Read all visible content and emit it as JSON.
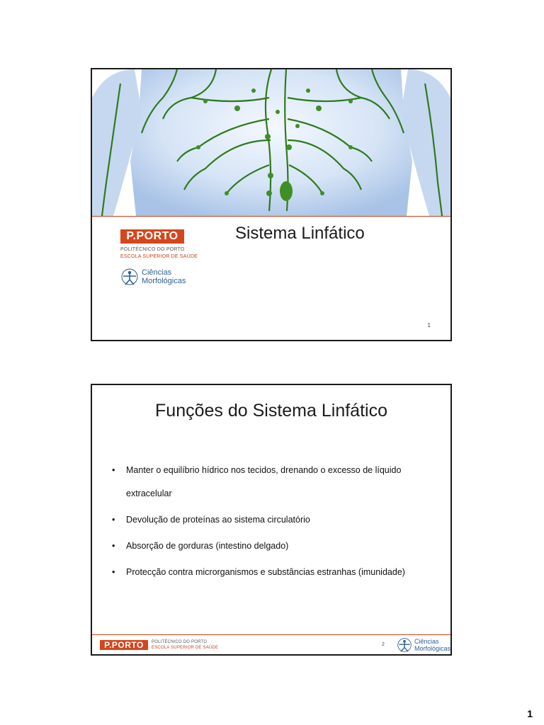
{
  "slides": [
    {
      "number": "1",
      "title": "Sistema Linfático",
      "logo": {
        "brand": "P.PORTO",
        "institution_line1": "POLITÉCNICO DO PORTO",
        "institution_line2": "ESCOLA SUPERIOR DE SAÚDE"
      },
      "department_logo": {
        "line1": "Ciências",
        "line2": "Morfológicas"
      },
      "hero_image": "lymphatic-system-torso-illustration"
    },
    {
      "number": "2",
      "title": "Funções do Sistema Linfático",
      "bullets": [
        "Manter o equilíbrio hídrico nos tecidos, drenando o excesso de líquido extracelular",
        "Devolução de proteínas ao sistema circulatório",
        "Absorção de gorduras (intestino delgado)",
        "Protecção contra microrganismos e substâncias estranhas (imunidade)"
      ],
      "logo": {
        "brand": "P.PORTO",
        "institution_line1": "POLITÉCNICO DO PORTO",
        "institution_line2": "ESCOLA SUPERIOR DE SAÚDE"
      },
      "department_logo": {
        "line1": "Ciências",
        "line2": "Morfológicas"
      }
    }
  ],
  "page_number": "1",
  "colors": {
    "brand_orange": "#d6461d",
    "lymph_green": "#2f7a1f",
    "body_blue": "#c9dcf2",
    "department_blue": "#2d5f93"
  }
}
